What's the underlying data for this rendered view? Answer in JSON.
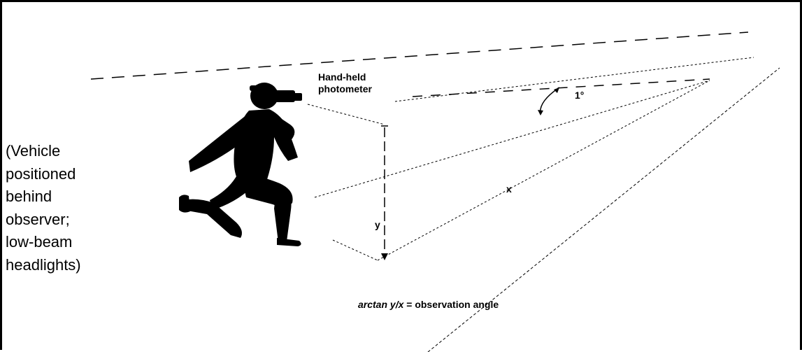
{
  "side_note": {
    "line1": "(Vehicle",
    "line2": "positioned",
    "line3": "behind",
    "line4": "observer;",
    "line5": "low-beam",
    "line6": "headlights)"
  },
  "labels": {
    "photometer_line1": "Hand-held",
    "photometer_line2": "photometer",
    "angle": "1°",
    "x": "x",
    "y": "y",
    "formula_italic": "arctan y/x",
    "formula_rest": " = observation angle"
  },
  "figure": {
    "icon": "kneeling-photographer-silhouette"
  },
  "colors": {
    "line": "#000000",
    "background": "#ffffff"
  }
}
